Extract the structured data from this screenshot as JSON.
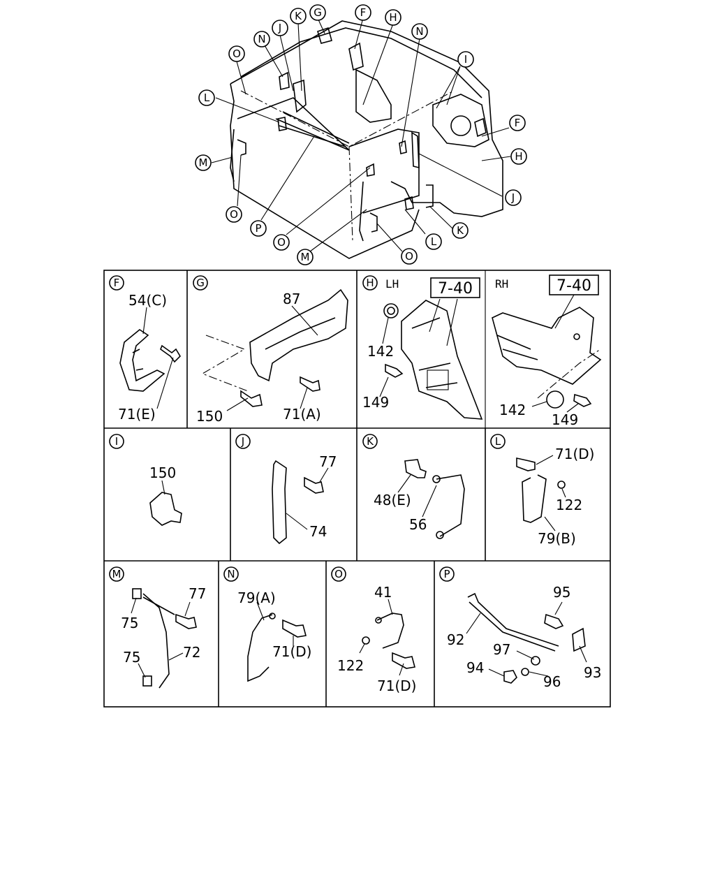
{
  "overview": {
    "callouts": [
      {
        "letter": "G"
      },
      {
        "letter": "F"
      },
      {
        "letter": "H"
      },
      {
        "letter": "N"
      },
      {
        "letter": "J"
      },
      {
        "letter": "K"
      },
      {
        "letter": "O"
      },
      {
        "letter": "I"
      },
      {
        "letter": "L"
      },
      {
        "letter": "F"
      },
      {
        "letter": "H"
      },
      {
        "letter": "M"
      },
      {
        "letter": "J"
      },
      {
        "letter": "K"
      },
      {
        "letter": "O"
      },
      {
        "letter": "P"
      },
      {
        "letter": "O"
      },
      {
        "letter": "L"
      },
      {
        "letter": "M"
      },
      {
        "letter": "O"
      },
      {
        "letter": "N"
      }
    ]
  },
  "panels": {
    "F": {
      "letter": "F",
      "labels": [
        "54(C)",
        "71(E)"
      ]
    },
    "G": {
      "letter": "G",
      "labels": [
        "87",
        "150",
        "71(A)"
      ]
    },
    "H_LH": {
      "letter": "H",
      "side": "LH",
      "ref": "7-40",
      "labels": [
        "142",
        "149"
      ]
    },
    "H_RH": {
      "side": "RH",
      "ref": "7-40",
      "labels": [
        "142",
        "149"
      ]
    },
    "I": {
      "letter": "I",
      "labels": [
        "150"
      ]
    },
    "J": {
      "letter": "J",
      "labels": [
        "77",
        "74"
      ]
    },
    "K": {
      "letter": "K",
      "labels": [
        "48(E)",
        "56"
      ]
    },
    "L": {
      "letter": "L",
      "labels": [
        "71(D)",
        "122",
        "79(B)"
      ]
    },
    "M": {
      "letter": "M",
      "labels": [
        "77",
        "75",
        "75",
        "72"
      ]
    },
    "N": {
      "letter": "N",
      "labels": [
        "79(A)",
        "71(D)"
      ]
    },
    "O": {
      "letter": "O",
      "labels": [
        "41",
        "122",
        "71(D)"
      ]
    },
    "P": {
      "letter": "P",
      "labels": [
        "95",
        "92",
        "97",
        "93",
        "94",
        "96"
      ]
    }
  }
}
